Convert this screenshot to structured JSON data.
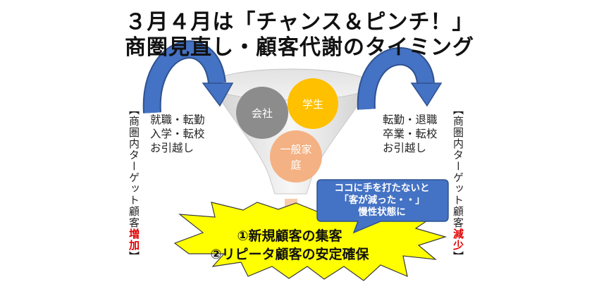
{
  "title": {
    "line1": "３月４月は「チャンス＆ピンチ！」",
    "line2": "商圏見直し・顧客代謝のタイミング"
  },
  "left": {
    "lines": [
      "就職・転勤",
      "入学・転校",
      "お引越し"
    ],
    "vertical_label": "【商圏内ターゲット顧客",
    "vertical_highlight": "増加",
    "vertical_end": "】"
  },
  "right": {
    "lines": [
      "転勤・退職",
      "卒業・転校",
      "お引越し"
    ],
    "vertical_label": "【商圏内ターゲット顧客",
    "vertical_highlight": "減少",
    "vertical_end": "】"
  },
  "funnel": {
    "circles": [
      {
        "label": "会社",
        "color": "#8c8c8c"
      },
      {
        "label": "学生",
        "color": "#ffc000"
      },
      {
        "label": "一般家庭",
        "line1": "一般家",
        "line2": "庭",
        "color": "#f4b183"
      }
    ]
  },
  "callout": {
    "line1": "ココに手を打たないと",
    "line2": "「客が減った・・」",
    "line3": "慢性状態に",
    "fill": "#4472c4"
  },
  "burst": {
    "line1": "①新規顧客の集客",
    "line2": "②リピータ顧客の安定確保",
    "fill": "#ffff00"
  },
  "colors": {
    "arrow": "#4472c4",
    "highlight": "#e00000"
  }
}
